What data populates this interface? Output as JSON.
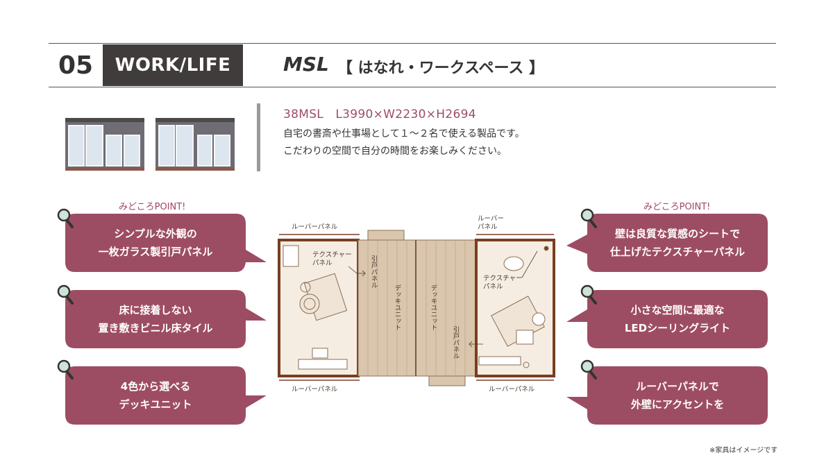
{
  "header": {
    "number": "05",
    "category": "WORK/LIFE",
    "model": "MSL",
    "subtitle": "【 はなれ・ワークスペース 】"
  },
  "spec": {
    "dimensions": "38MSL　L3990×W2230×H2694",
    "description_line1": "自宅の書斎や仕事場として１～２名で使える製品です。",
    "description_line2": "こだわりの空間で自分の時間をお楽しみください。"
  },
  "points": {
    "left_heading": "みどころPOINT!",
    "right_heading": "みどころPOINT!",
    "left": [
      {
        "line1": "シンプルな外観の",
        "line2": "一枚ガラス製引戸パネル"
      },
      {
        "line1": "床に接着しない",
        "line2": "置き敷きビニル床タイル"
      },
      {
        "line1": "4色から選べる",
        "line2": "デッキユニット"
      }
    ],
    "right": [
      {
        "line1": "壁は良質な質感のシートで",
        "line2": "仕上げたテクスチャーパネル"
      },
      {
        "line1": "小さな空間に最適な",
        "line2": "LEDシーリングライト"
      },
      {
        "line1": "ルーバーパネルで",
        "line2": "外壁にアクセントを"
      }
    ]
  },
  "floorplan": {
    "louver_top_left": "ルーバーパネル",
    "louver_top_right_line1": "ルーバー",
    "louver_top_right_line2": "パネル",
    "louver_bottom_left": "ルーバーパネル",
    "louver_bottom_right": "ルーバーパネル",
    "texture_left_line1": "テクスチャー",
    "texture_left_line2": "パネル",
    "texture_right_line1": "テクスチャー",
    "texture_right_line2": "パネル",
    "slide_left": "引戸パネル",
    "slide_right": "引戸パネル",
    "deck_left": "デッキユニット",
    "deck_right": "デッキユニット"
  },
  "footnote": "※家具はイメージです",
  "colors": {
    "accent": "#a2455f",
    "callout": "#9d4d63",
    "header_dark": "#403c3c",
    "wood": "#d9c6ac",
    "floor": "#f6ede2",
    "wall": "#7a3d22"
  }
}
